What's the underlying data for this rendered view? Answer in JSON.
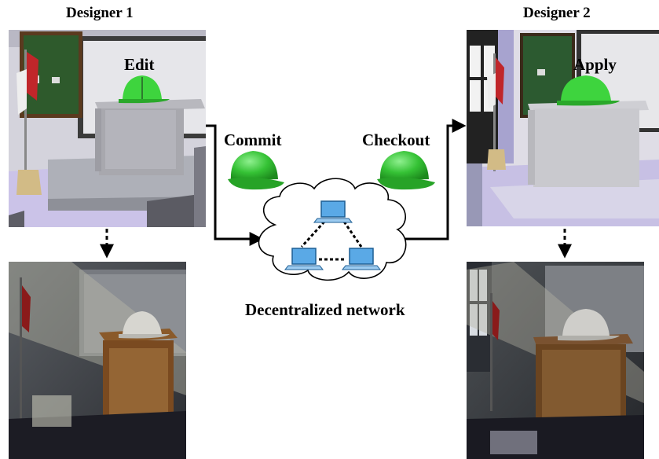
{
  "designers": {
    "left": {
      "title": "Designer 1",
      "action": "Edit"
    },
    "right": {
      "title": "Designer 2",
      "action": "Apply"
    }
  },
  "steps": {
    "commit": "Commit",
    "checkout": "Checkout"
  },
  "network": {
    "label": "Decentralized network"
  },
  "colors": {
    "helmet_green": "#3cc43c",
    "arrow": "#000000",
    "laptop": "#5aa9e6"
  }
}
